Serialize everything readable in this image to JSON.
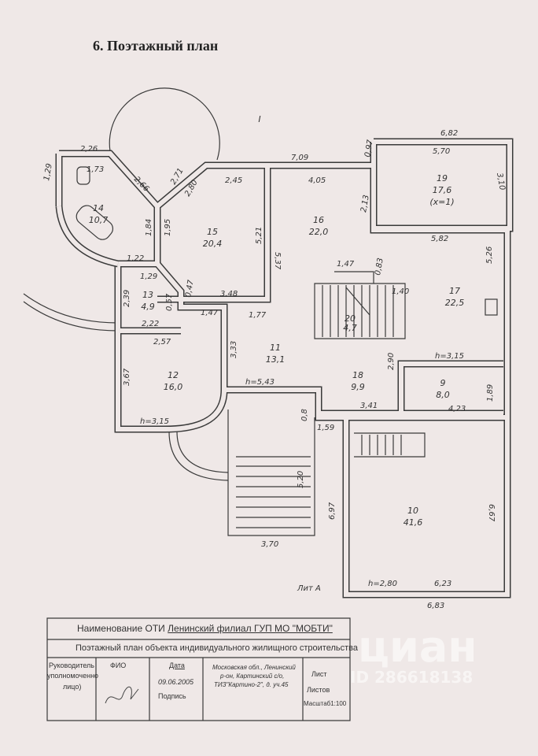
{
  "title": "6. Поэтажный план",
  "floor_label": "I",
  "rooms": [
    {
      "num": "14",
      "area": "10,7"
    },
    {
      "num": "15",
      "area": "20,4"
    },
    {
      "num": "16",
      "area": "22,0"
    },
    {
      "num": "19",
      "area": "17,6",
      "note": "(х=1)"
    },
    {
      "num": "17",
      "area": "22,5"
    },
    {
      "num": "13",
      "area": "4,9"
    },
    {
      "num": "11",
      "area": "13,1"
    },
    {
      "num": "12",
      "area": "16,0"
    },
    {
      "num": "18",
      "area": "9,9"
    },
    {
      "num": "9",
      "area": "8,0"
    },
    {
      "num": "10",
      "area": "41,6"
    },
    {
      "num": "20",
      "area": "4,7"
    }
  ],
  "dimensions": [
    "2,26",
    "1,29",
    "1,73",
    "2,66",
    "2,71",
    "2,80",
    "2,45",
    "7,09",
    "4,05",
    "0,97",
    "6,82",
    "5,70",
    "3,10",
    "2,13",
    "5,82",
    "1,84",
    "1,95",
    "5,21",
    "5,37",
    "5,26",
    "1,22",
    "1,29",
    "2,39",
    "0,57",
    "0,47",
    "3,48",
    "1,77",
    "1,47",
    "2,22",
    "2,57",
    "1,47",
    "0,83",
    "1,40",
    "3,33",
    "3,67",
    "h=5,43",
    "h=3,15",
    "2,90",
    "h=3,15",
    "1,89",
    "3,41",
    "4,23",
    "0,8",
    "1,59",
    "5,20",
    "6,97",
    "6,67",
    "3,70",
    "h=2,80",
    "6,23",
    "6,83"
  ],
  "lit_label": "Лит А",
  "stamp": {
    "org_prefix": "Наименование ОТИ",
    "org_name": "Ленинский филиал ГУП МО \"МОБТИ\"",
    "doc_title": "Поэтажный план объекта индивидуального жилищного строительства",
    "head_label_1": "Руководитель",
    "head_label_2": "уполномоченно",
    "head_label_3": "лицо)",
    "fio_label": "ФИО",
    "date_label": "Дата",
    "date_value": "09.06.2005",
    "signature_label": "Подпись",
    "address_1": "Московская обл., Ленинский",
    "address_2": "р-он, Картинский с/о,",
    "address_3": "ТИЗ\"Картино-2\", д. уч.45",
    "sheet_label": "Лист",
    "sheets_label": "Листов",
    "scale_label": "Масштаб1:100"
  },
  "watermark": {
    "brand": "циан",
    "id": "ID 286618138"
  }
}
